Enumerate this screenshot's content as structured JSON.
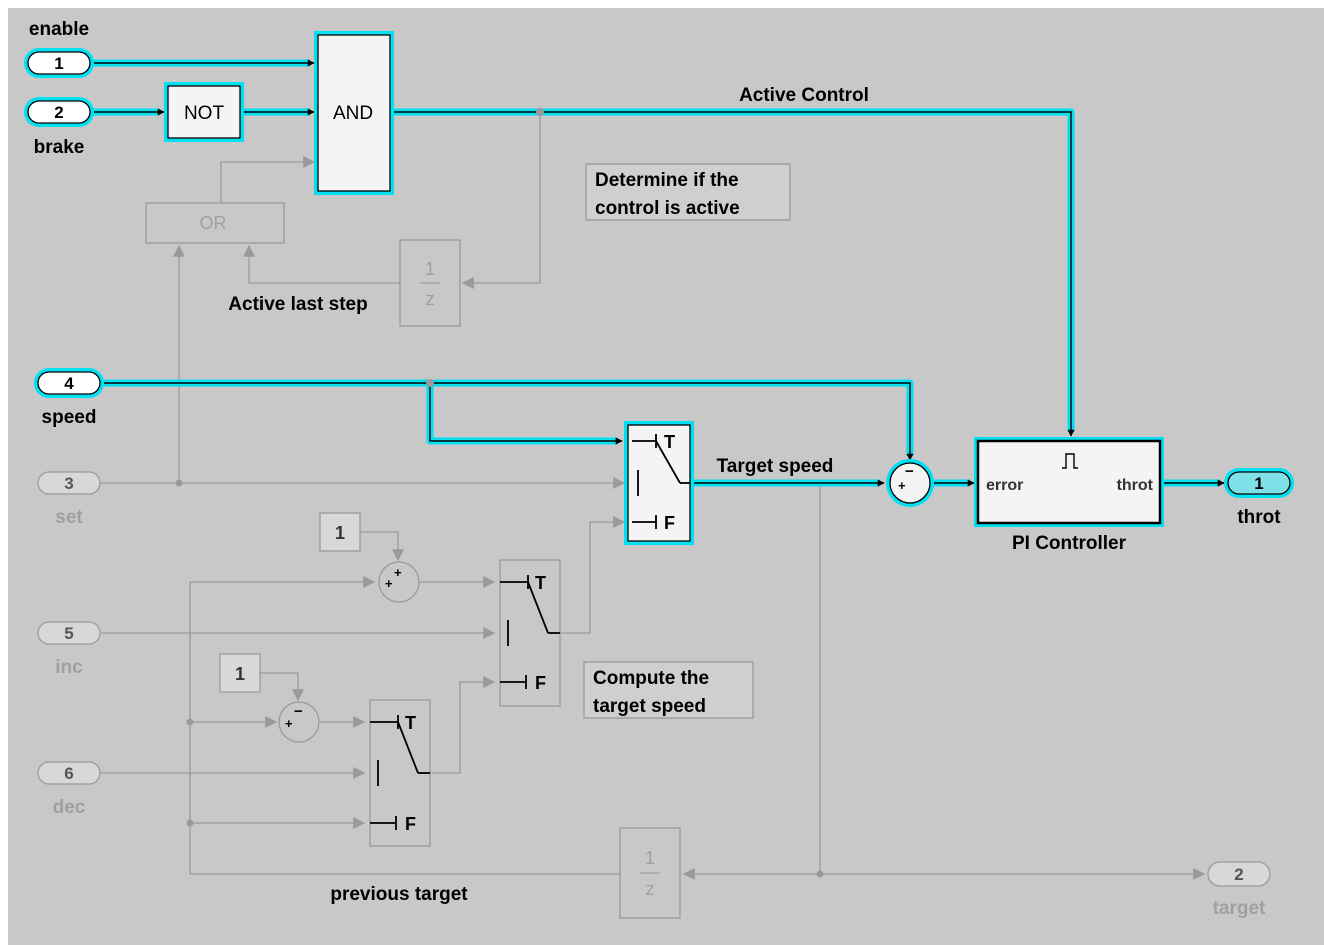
{
  "colors": {
    "canvas": "#c8c8c8",
    "highlight": "#00e0f0",
    "active_wire": "#000000",
    "dim_wire": "#9a9a9a",
    "dim_text": "#a0a0a0",
    "block_fill": "#f4f4f4",
    "outport_fill": "#7fe0e8"
  },
  "ports": {
    "enable": {
      "number": "1",
      "label": "enable"
    },
    "brake": {
      "number": "2",
      "label": "brake"
    },
    "speed": {
      "number": "4",
      "label": "speed"
    },
    "set": {
      "number": "3",
      "label": "set"
    },
    "inc": {
      "number": "5",
      "label": "inc"
    },
    "dec": {
      "number": "6",
      "label": "dec"
    },
    "throt": {
      "number": "1",
      "label": "throt"
    },
    "target": {
      "number": "2",
      "label": "target"
    }
  },
  "blocks": {
    "not": "NOT",
    "and": "AND",
    "or": "OR",
    "delay_num": "1",
    "delay_den": "z",
    "const_1": "1",
    "const_2": "1",
    "switch_t": "T",
    "switch_f": "F",
    "pi_error": "error",
    "pi_throt": "throt",
    "pi_name": "PI Controller",
    "sum_plus": "+",
    "sum_minus": "−"
  },
  "labels": {
    "active_control": "Active Control",
    "active_last_step": "Active last step",
    "target_speed": "Target speed",
    "previous_target": "previous target"
  },
  "annotations": {
    "control_active": {
      "line1": "Determine if the",
      "line2": "control is active"
    },
    "target_speed": {
      "line1": "Compute the",
      "line2": "target speed"
    }
  }
}
